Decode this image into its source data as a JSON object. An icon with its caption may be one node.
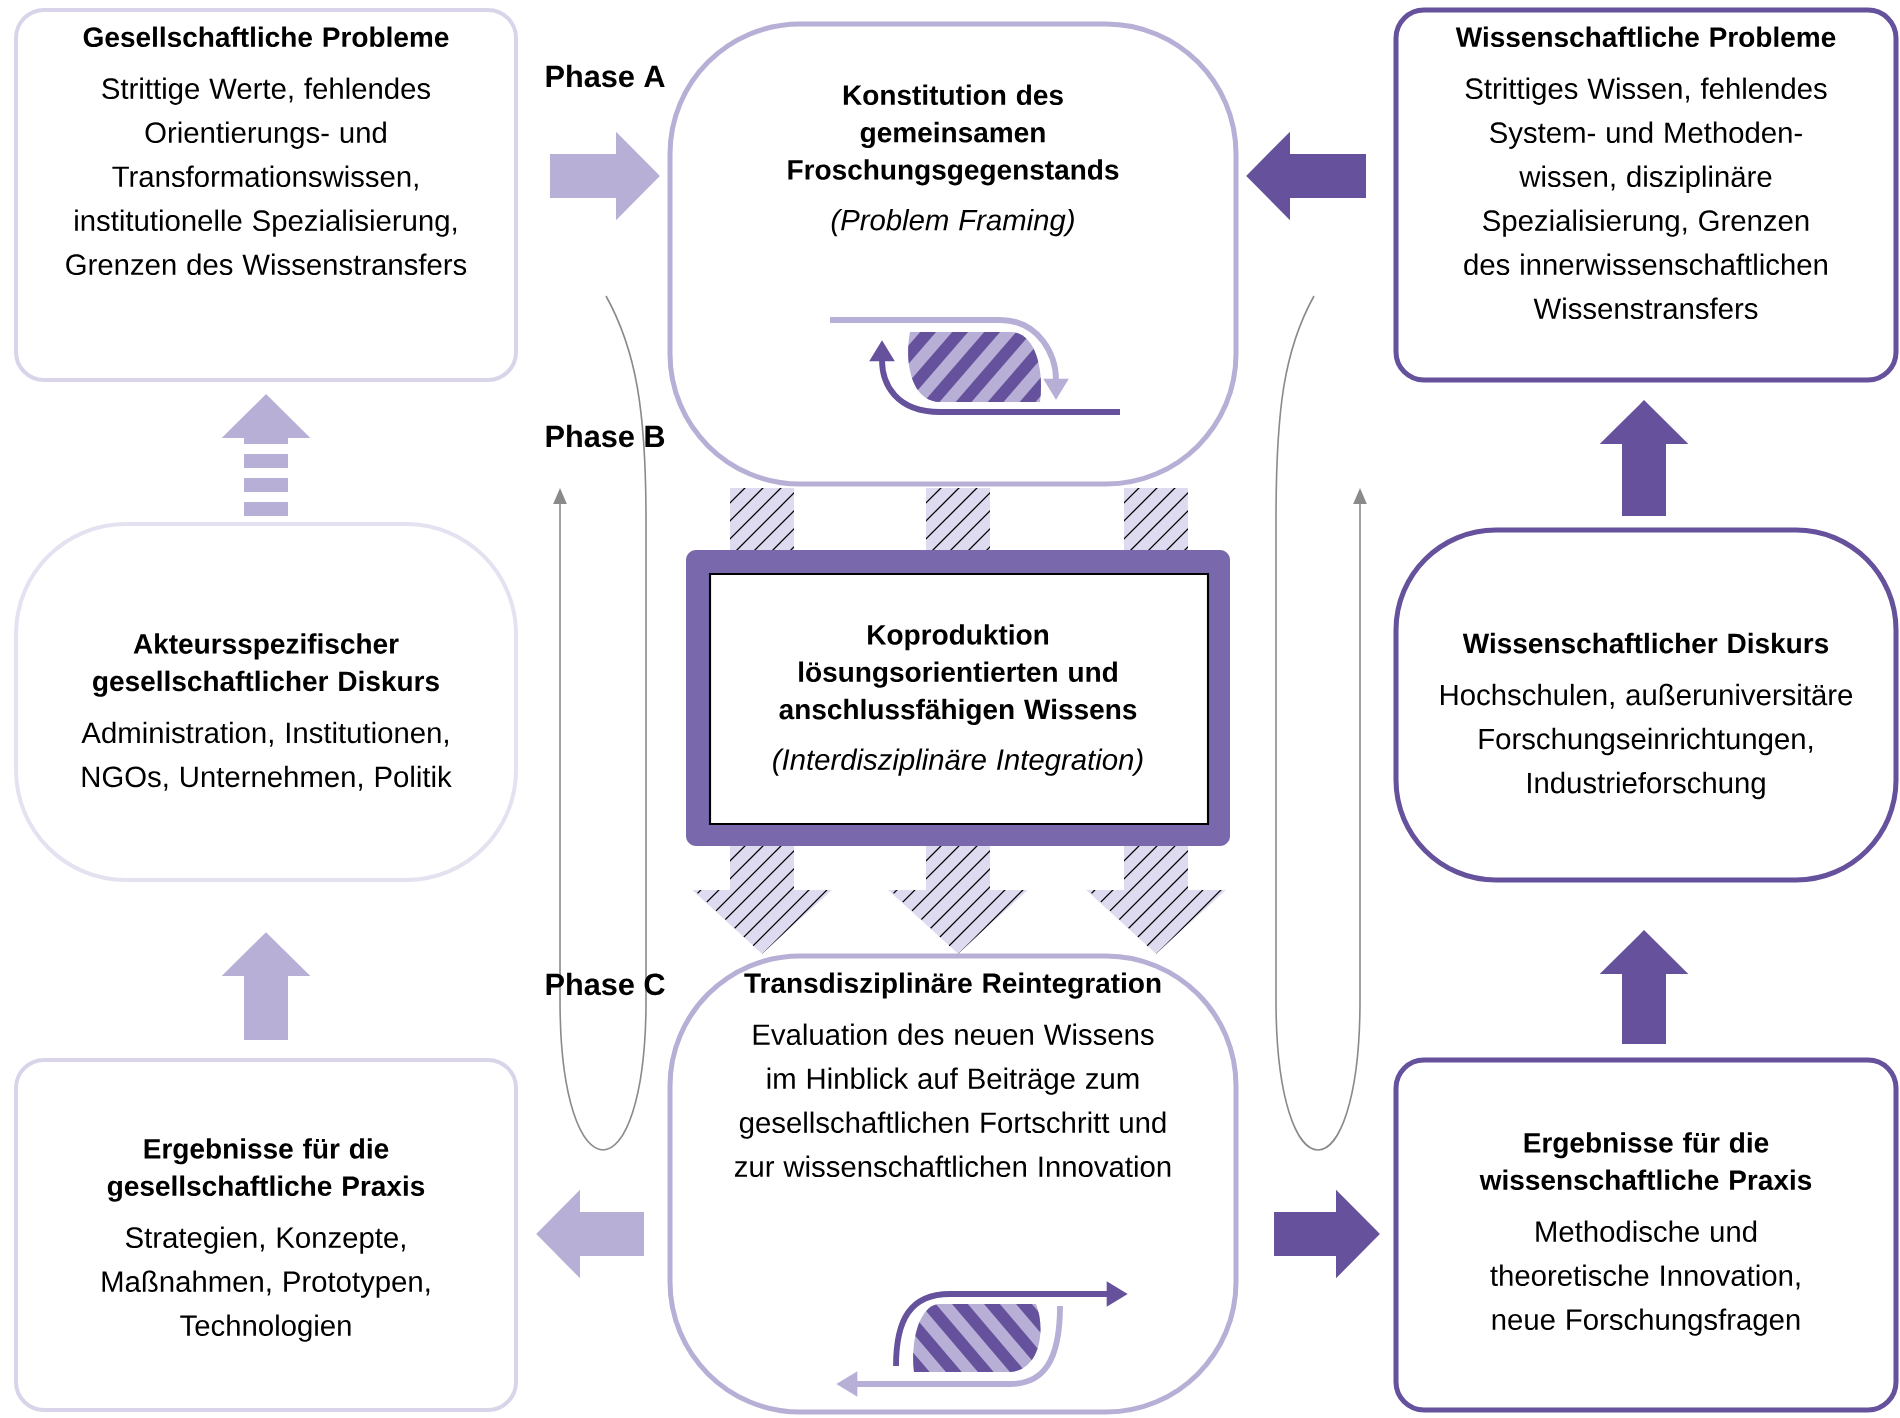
{
  "diagram": {
    "nodes": [
      {
        "text": [
          "Gesellschaftliche Probleme",
          "Strittige Werte, fehlendes Orientierungs- und Transformationswissen, institutionelle Spezialisierung, Grenzen des Wissenstransfers"
        ]
      },
      {
        "text": [
          "Konstitution des gemeinsamen Froschungsgegenstands",
          "(Problem Framing)"
        ]
      },
      {
        "text": [
          "Wissenschaftliche Probleme",
          "Strittiges Wissen, fehlendes System- und Methoden- wissen, disziplinäre Spezialisierung, Grenzen des innerwissenschaftlichen Wissenstransfers"
        ]
      },
      {
        "text": [
          "Akteursspezifischer gesellschaftlicher Diskurs",
          "Administration, Institutionen, NGOs, Unternehmen, Politik"
        ]
      },
      {
        "text": [
          "Koproduktion lösungsorientierten und anschlussfähigen Wissens",
          "(Interdisziplinäre Integration)"
        ]
      },
      {
        "text": [
          "Wissenschaftlicher Diskurs",
          "Hochschulen, außeruniversitäre Forschungseinrichtungen, Industrieforschung"
        ]
      },
      {
        "text": [
          "Ergebnisse für die gesellschaftliche Praxis",
          "Strategien, Konzepte, Maßnahmen, Prototypen, Technologien"
        ]
      },
      {
        "text": [
          "Transdisziplinäre Reintegration",
          "Evaluation des neuen Wissens im Hinblick auf Beiträge zum gesellschaftlichen Fortschritt und zur wissenschaftlichen Innovation"
        ]
      },
      {
        "text": [
          "Ergebnisse für die wissenschaftliche Praxis",
          "Methodische und theoretische Innovation, neue Forschungsfragen"
        ]
      }
    ],
    "edges": [
      {
        "from": 0,
        "to": 1,
        "arrow": "to",
        "color": "#b8afd6"
      },
      {
        "from": 2,
        "to": 1,
        "arrow": "to",
        "color": "#65519c"
      },
      {
        "from": 7,
        "to": 6,
        "arrow": "to",
        "color": "#b8afd6"
      },
      {
        "from": 7,
        "to": 8,
        "arrow": "to",
        "color": "#65519c"
      },
      {
        "from": 6,
        "to": 3,
        "arrow": "to",
        "color": "#b8afd6"
      },
      {
        "from": 3,
        "to": 0,
        "arrow": "to",
        "style": "dashed",
        "color": "#b8afd6"
      },
      {
        "from": 8,
        "to": 5,
        "arrow": "to",
        "color": "#65519c"
      },
      {
        "from": 5,
        "to": 2,
        "arrow": "to",
        "color": "#65519c"
      },
      {
        "from": 1,
        "to": 4,
        "arrow": "none",
        "color": "#dedaf0"
      },
      {
        "from": 1,
        "to": 4,
        "arrow": "none",
        "color": "#dedaf0"
      },
      {
        "from": 1,
        "to": 4,
        "arrow": "none",
        "color": "#dedaf0"
      },
      {
        "from": 4,
        "to": 7,
        "arrow": "to",
        "color": "#dedaf0"
      },
      {
        "from": 4,
        "to": 7,
        "arrow": "to",
        "color": "#dedaf0"
      },
      {
        "from": 4,
        "to": 7,
        "arrow": "to",
        "color": "#dedaf0"
      }
    ],
    "labels": [
      "Phase A",
      "Phase B",
      "Phase C"
    ]
  }
}
